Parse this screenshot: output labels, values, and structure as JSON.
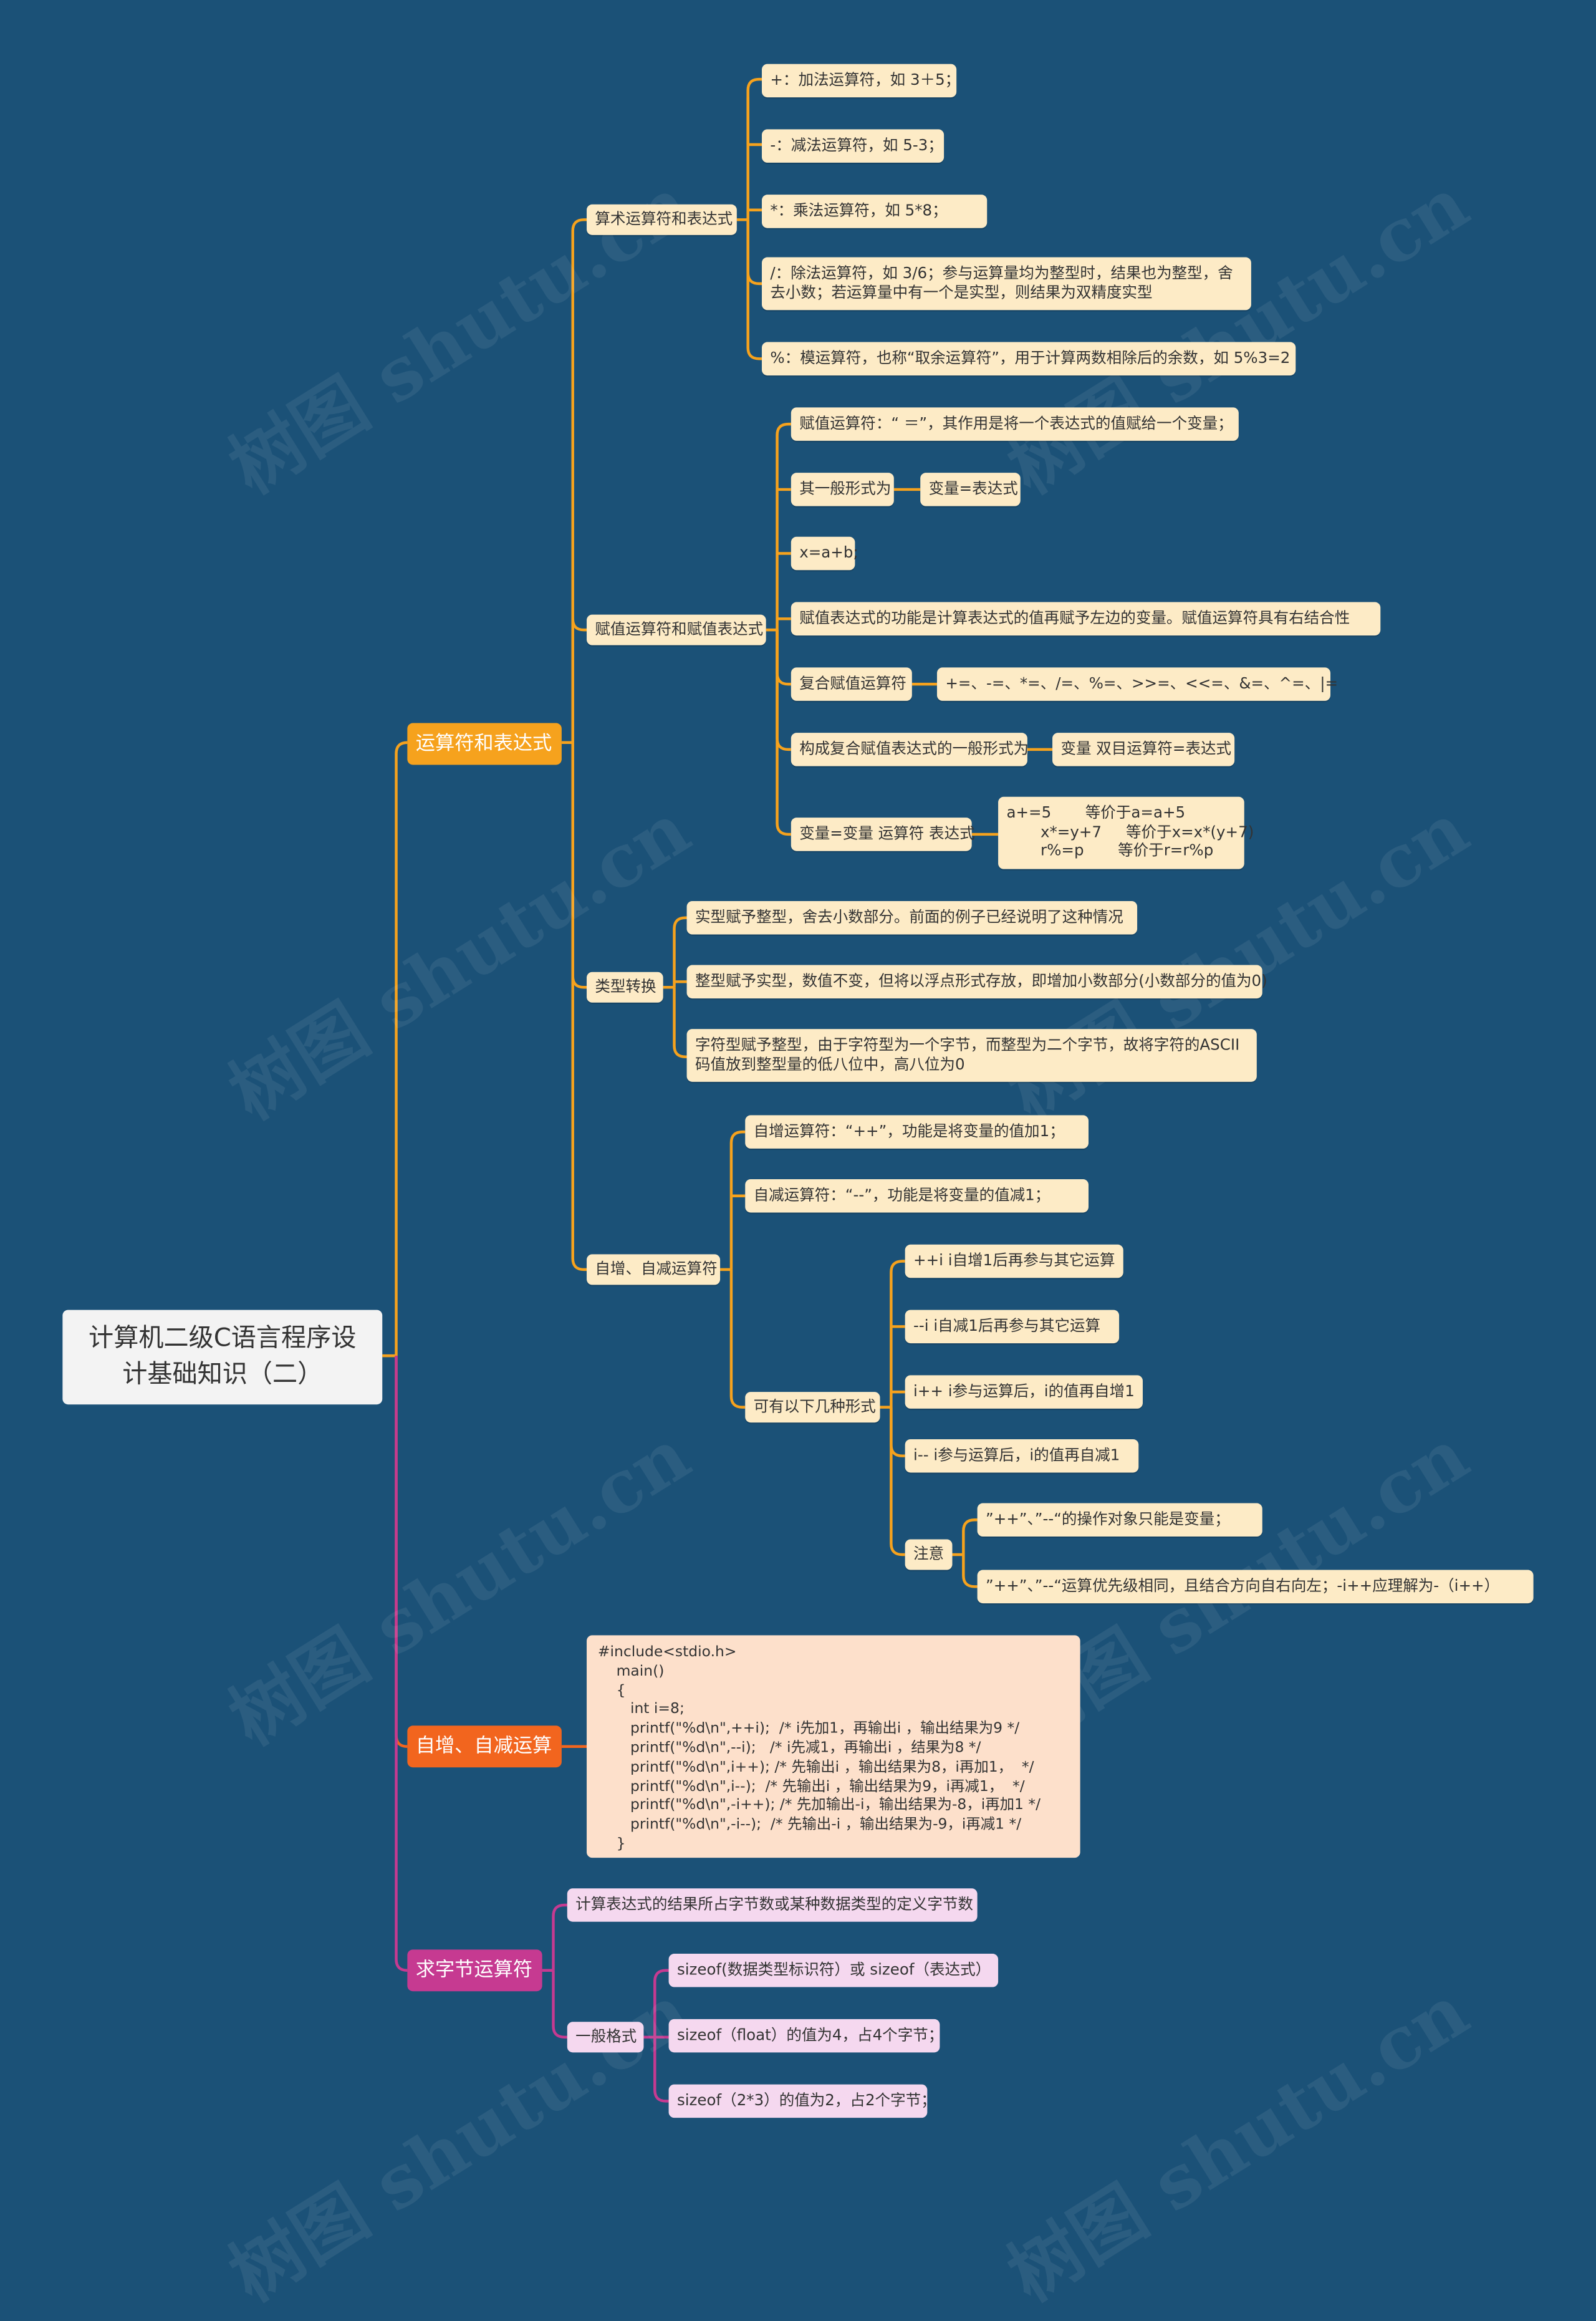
{
  "root": "计算机二级C语言程序设计基础知识（二）",
  "watermark": "树图 shutu.cn",
  "colors": {
    "background": "#1b5177",
    "branch1": "#f6a21d",
    "branch2": "#f2651e",
    "branch3": "#c63a91",
    "leaf1": "#fdebc6",
    "leaf2": "#fde0cb",
    "leaf3": "#f5d8ef"
  },
  "b1": {
    "label": "运算符和表达式",
    "arith": {
      "label": "算术运算符和表达式",
      "items": [
        "+：加法运算符，如 3＋5；",
        "-：减法运算符，如 5-3；",
        "*：乘法运算符，如 5*8；",
        "/：除法运算符，如 3/6；参与运算量均为整型时，结果也为整型，舍去小数；若运算量中有一个是实型，则结果为双精度实型",
        "%：模运算符，也称“取余运算符”，用于计算两数相除后的余数，如 5%3=2"
      ]
    },
    "assign": {
      "label": "赋值运算符和赋值表达式",
      "op": "赋值运算符：“ ＝”，其作用是将一个表达式的值赋给一个变量；",
      "form": "其一般形式为",
      "form_val": "变量=表达式",
      "example": "x=a+b;",
      "desc": "赋值表达式的功能是计算表达式的值再赋予左边的变量。赋值运算符具有右结合性",
      "compound": "复合赋值运算符",
      "compound_val": "+=、-=、*=、/=、%=、>>=、<<=、&=、^=、|=",
      "compound_form": "构成复合赋值表达式的一般形式为",
      "compound_form_val": "变量  双目运算符=表达式",
      "equiv": "变量=变量 运算符 表达式",
      "equiv_val": "a+=5       等价于a=a+5\n       x*=y+7     等价于x=x*(y+7)\n       r%=p       等价于r=r%p"
    },
    "conv": {
      "label": "类型转换",
      "items": [
        "实型赋予整型，舍去小数部分。前面的例子已经说明了这种情况",
        "整型赋予实型，数值不变，但将以浮点形式存放，即增加小数部分(小数部分的值为0)",
        "字符型赋予整型，由于字符型为一个字节，而整型为二个字节，故将字符的ASCII码值放到整型量的低八位中，高八位为0"
      ]
    },
    "incdec": {
      "label": "自增、自减运算符",
      "inc": "自增运算符：“++”，功能是将变量的值加1；",
      "dec": "自减运算符：“--”，功能是将变量的值减1；",
      "forms_label": "可有以下几种形式",
      "forms": [
        "++i     i自增1后再参与其它运算",
        "--i      i自减1后再参与其它运算",
        "i++     i参与运算后，i的值再自增1",
        "i--      i参与运算后，i的值再自减1"
      ],
      "note_label": "注意",
      "notes": [
        "”++”、”--“的操作对象只能是变量；",
        "”++”、”--“运算优先级相同，且结合方向自右向左；-i++应理解为-（i++）"
      ]
    }
  },
  "b2": {
    "label": "自增、自减运算",
    "code": "#include<stdio.h>\n    main()\n    {\n       int i=8;\n       printf(\"%d\\n\",++i);  /* i先加1，再输出i ，输出结果为9 */\n       printf(\"%d\\n\",--i);   /* i先减1，再输出i ，结果为8 */\n       printf(\"%d\\n\",i++); /* 先输出i ，输出结果为8，i再加1，  */\n       printf(\"%d\\n\",i--);  /* 先输出i ，输出结果为9，i再减1，  */\n       printf(\"%d\\n\",-i++); /* 先加输出-i，输出结果为-8，i再加1 */\n       printf(\"%d\\n\",-i--);  /* 先输出-i ，输出结果为-9，i再减1 */\n    }"
  },
  "b3": {
    "label": "求字节运算符",
    "desc": "计算表达式的结果所占字节数或某种数据类型的定义字节数",
    "general": "一般格式",
    "items": [
      "sizeof(数据类型标识符）或  sizeof（表达式）",
      "sizeof（float）的值为4，占4个字节；",
      "sizeof（2*3）的值为2，占2个字节；"
    ]
  }
}
